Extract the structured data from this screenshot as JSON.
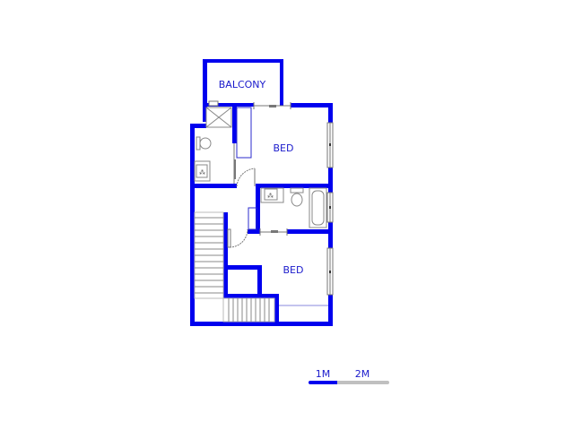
{
  "plan": {
    "rooms": [
      {
        "id": "balcony",
        "label": "BALCONY"
      },
      {
        "id": "bed-1",
        "label": "BED"
      },
      {
        "id": "bed-2",
        "label": "BED"
      }
    ],
    "colors": {
      "wall": "#0000ee",
      "label": "#1a1acc",
      "fixture": "#888888"
    }
  },
  "scale": {
    "labels": [
      "1M",
      "2M"
    ],
    "bar_colors": {
      "first": "#0000ee",
      "second": "#c0c0c0"
    }
  }
}
